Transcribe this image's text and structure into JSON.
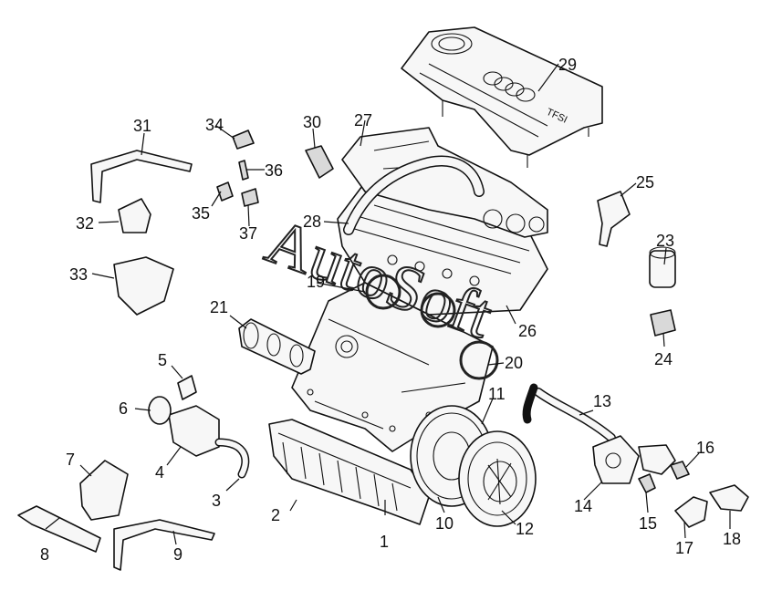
{
  "watermark": {
    "text": "AutoSoft"
  },
  "cover_badge": "TFSI",
  "callouts": [
    "1",
    "2",
    "3",
    "4",
    "5",
    "6",
    "7",
    "8",
    "9",
    "10",
    "11",
    "12",
    "13",
    "14",
    "15",
    "16",
    "17",
    "18",
    "19",
    "20",
    "21",
    "23",
    "24",
    "25",
    "26",
    "27",
    "28",
    "29",
    "30",
    "31",
    "32",
    "33",
    "34",
    "35",
    "36",
    "37"
  ]
}
